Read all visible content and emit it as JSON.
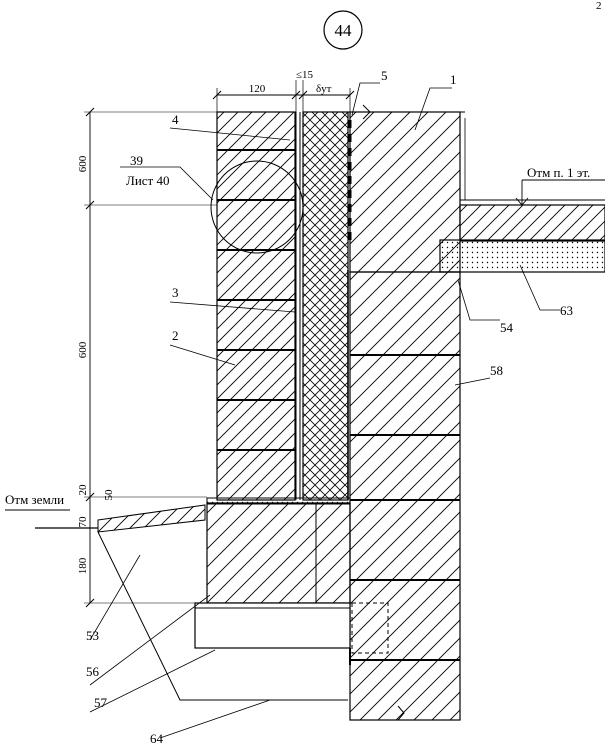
{
  "sheet": {
    "number": "44",
    "corner_mark": "2"
  },
  "dimensions": {
    "brick_width": "120",
    "air_gap": "≤15",
    "insulation": "δут",
    "upper_600": "600",
    "lower_600": "600",
    "d20": "20",
    "d50": "50",
    "d70": "70",
    "d180": "180"
  },
  "levels": {
    "ground": "Отм земли",
    "first_floor": "Отм п. 1 эт."
  },
  "reference": {
    "number": "39",
    "sheet": "Лист 40"
  },
  "callouts": [
    "1",
    "2",
    "3",
    "4",
    "5",
    "53",
    "54",
    "56",
    "57",
    "58",
    "63",
    "64"
  ]
}
